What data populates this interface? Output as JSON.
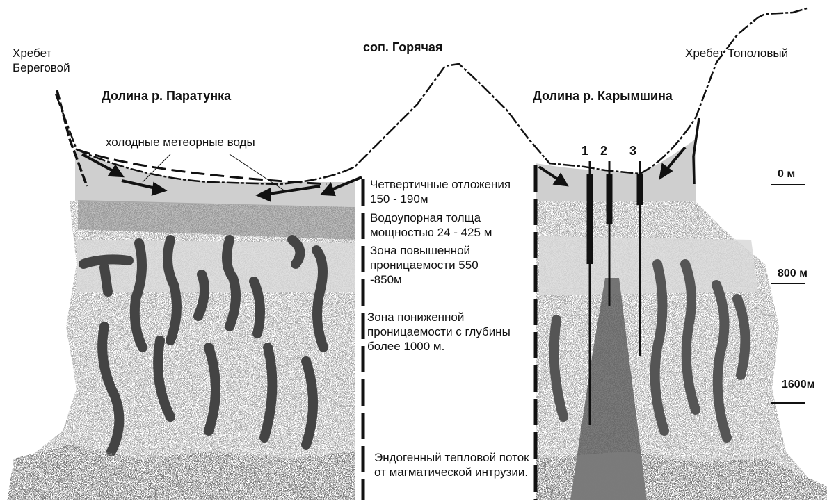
{
  "ridges": {
    "left": "Хребет Береговой",
    "right": "Хребет Тополовый"
  },
  "peak": "соп. Горячая",
  "valleys": {
    "left": "Долина р. Паратунка",
    "right": "Долина р. Карымшина"
  },
  "meteoric_waters": "холодные метеорные воды",
  "layers": [
    {
      "text": "Четвертичные отложения 150 - 190м"
    },
    {
      "text": "Водоупорная толща мощностью 24 - 425 м"
    },
    {
      "text": "Зона повышенной проницаемости 550 -850м"
    },
    {
      "text": "Зона пониженной проницаемости с глубины более 1000 м."
    },
    {
      "text": "Эндогенный тепловой поток от магматической интрузии."
    }
  ],
  "wells": [
    "1",
    "2",
    "3"
  ],
  "depth_scale": [
    "0 м",
    "800 м",
    "1600м"
  ],
  "colors": {
    "light_gray": "#c8c8c8",
    "mid_gray": "#9a9a9a",
    "dark_gray": "#5a5a5a",
    "line": "#111111"
  }
}
